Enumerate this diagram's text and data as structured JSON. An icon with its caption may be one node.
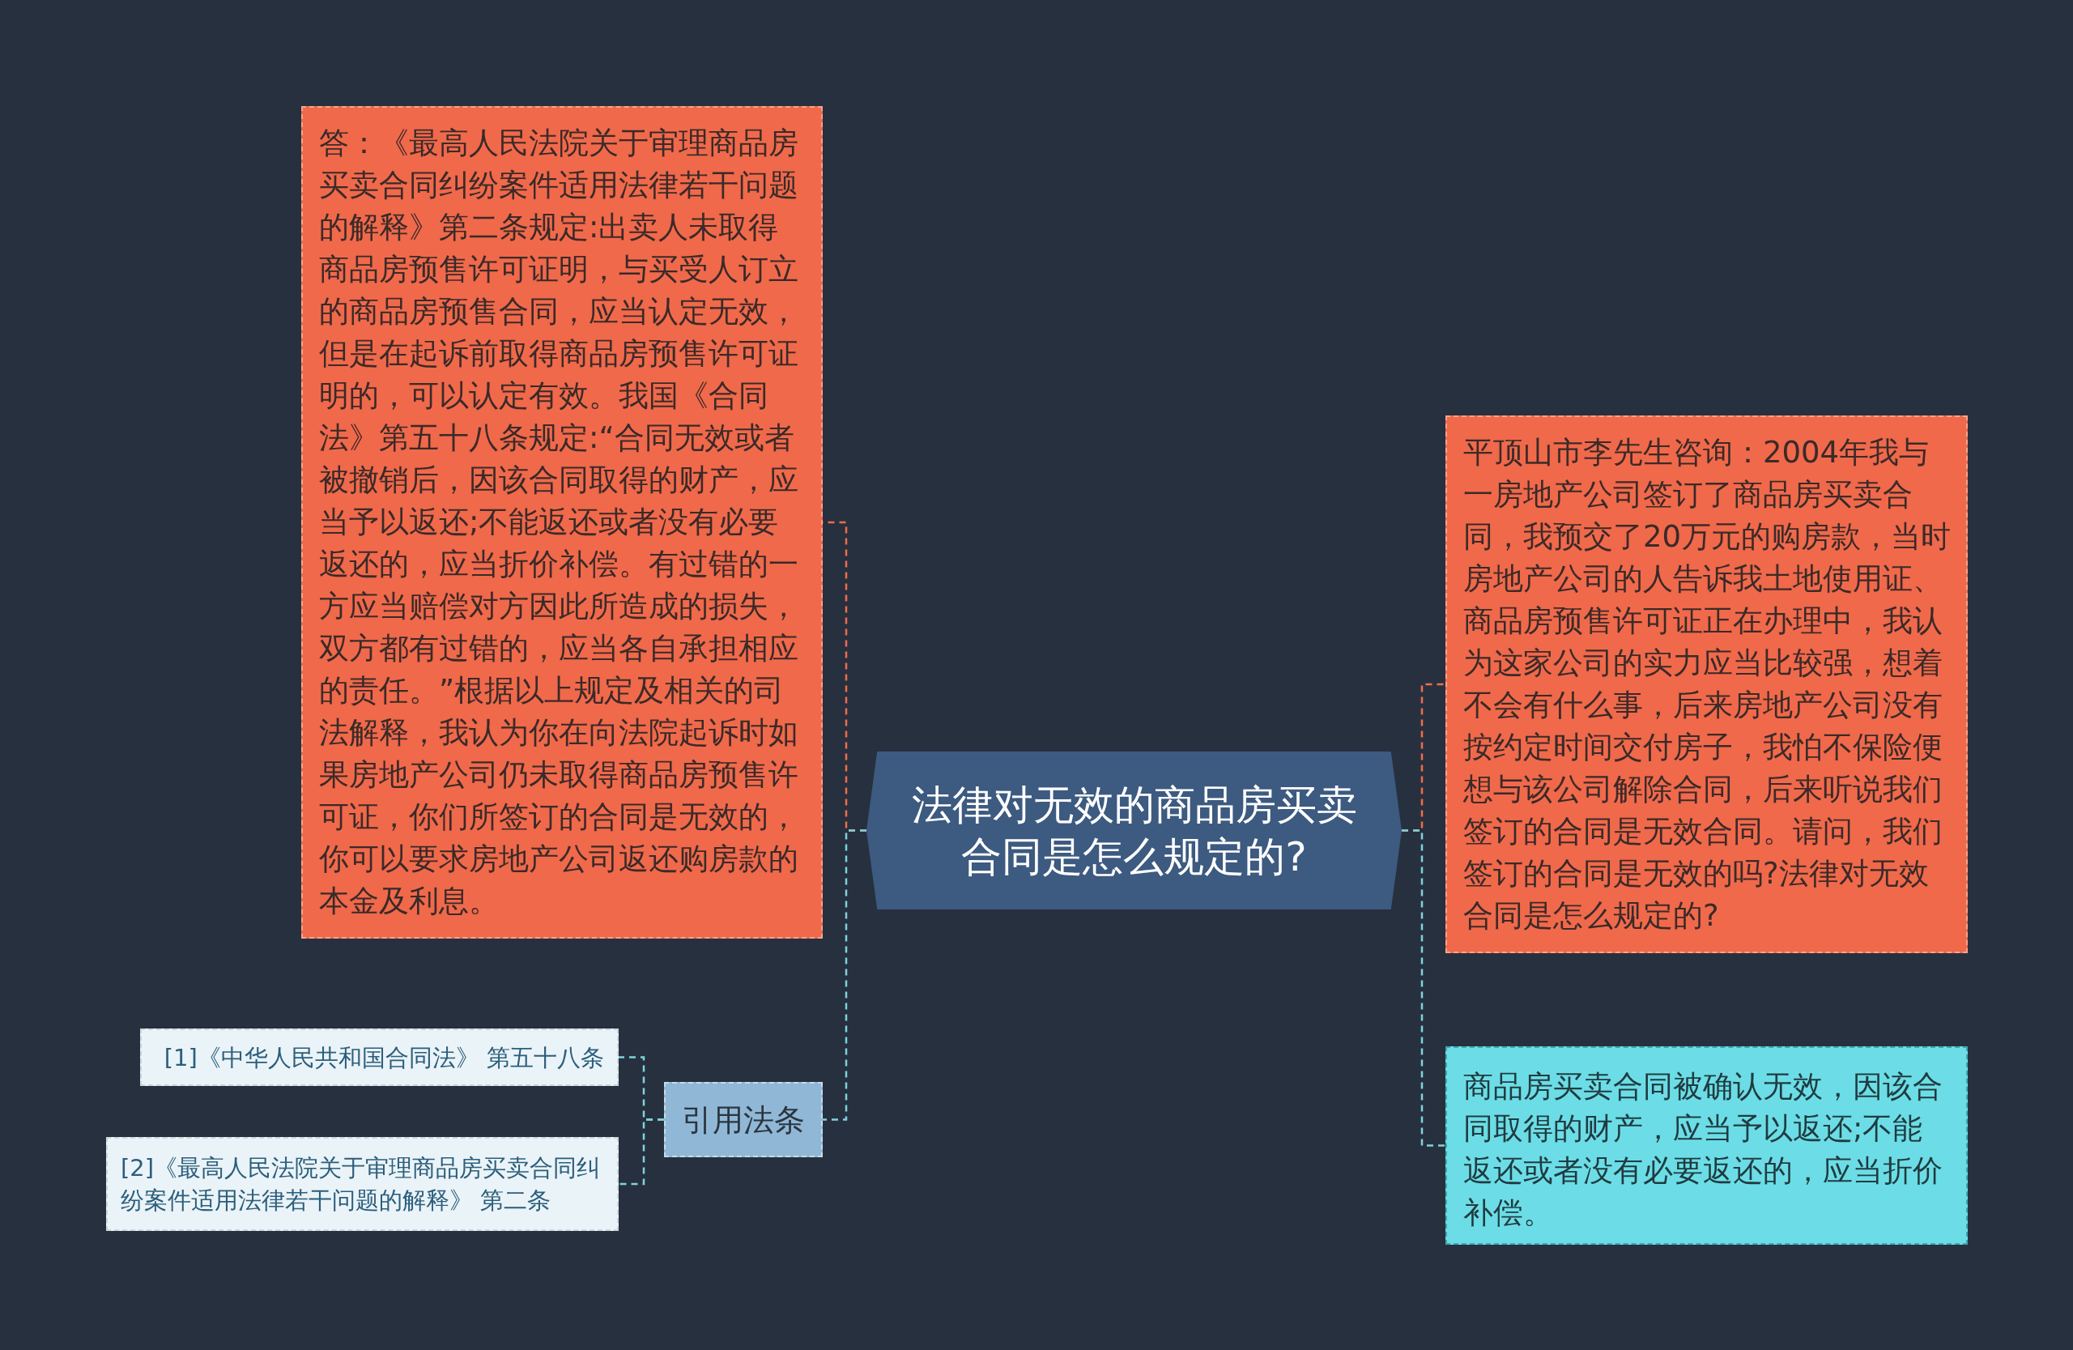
{
  "diagram": {
    "nodes": [
      {
        "text": [
          "法律对无效的商品房买卖合同是怎么规定的?"
        ]
      },
      {
        "text": [
          "答：《最高人民法院关于审理商品房买卖合同纠纷案件适用法律若干问题的解释》第二条规定:出卖人未取得商品房预售许可证明，与买受人订立的商品房预售合同，应当认定无效，但是在起诉前取得商品房预售许可证明的，可以认定有效。我国《合同法》第五十八条规定:“合同无效或者被撤销后，因该合同取得的财产，应当予以返还;不能返还或者没有必要返还的，应当折价补偿。有过错的一方应当赔偿对方因此所造成的损失，双方都有过错的，应当各自承担相应的责任。”根据以上规定及相关的司法解释，我认为你在向法院起诉时如果房地产公司仍未取得商品房预售许可证，你们所签订的合同是无效的，你可以要求房地产公司返还购房款的本金及利息。"
        ]
      },
      {
        "text": [
          "引用法条"
        ]
      },
      {
        "text": [
          "[1]《中华人民共和国合同法》 第五十八条"
        ]
      },
      {
        "text": [
          "[2]《最高人民法院关于审理商品房买卖合同纠纷案件适用法律若干问题的解释》 第二条"
        ]
      },
      {
        "text": [
          "平顶山市李先生咨询：2004年我与一房地产公司签订了商品房买卖合同，我预交了20万元的购房款，当时房地产公司的人告诉我土地使用证、商品房预售许可证正在办理中，我认为这家公司的实力应当比较强，想着不会有什么事，后来房地产公司没有按约定时间交付房子，我怕不保险便想与该公司解除合同，后来听说我们签订的合同是无效合同。请问，我们签订的合同是无效的吗?法律对无效合同是怎么规定的?"
        ]
      },
      {
        "text": [
          "商品房买卖合同被确认无效，因该合同取得的财产，应当予以返还;不能返还或者没有必要返还的，应当折价补偿。"
        ]
      }
    ],
    "edges": [
      {
        "from": 0,
        "to": 1,
        "arrow": "none",
        "style": "dashed",
        "color": "#f26b4a"
      },
      {
        "from": 0,
        "to": 2,
        "arrow": "none",
        "style": "dashed"
      },
      {
        "from": 2,
        "to": 3,
        "arrow": "none",
        "style": "dashed"
      },
      {
        "from": 2,
        "to": 4,
        "arrow": "none",
        "style": "dashed"
      },
      {
        "from": 0,
        "to": 5,
        "arrow": "none",
        "style": "dashed",
        "color": "#f26b4a"
      },
      {
        "from": 0,
        "to": 6,
        "arrow": "none",
        "style": "dashed"
      }
    ]
  }
}
